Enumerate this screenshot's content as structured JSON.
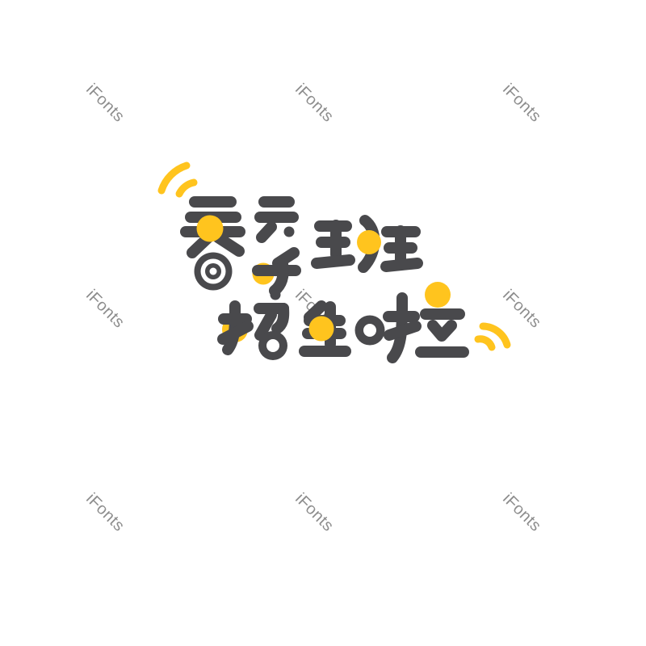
{
  "artwork": {
    "line1": "春季班",
    "line2": "招生啦",
    "full_text": "春季班 招生啦",
    "characters": [
      "春",
      "季",
      "班",
      "招",
      "生",
      "啦"
    ],
    "decorations": [
      "radiating-arcs-top-left",
      "radiating-arcs-bottom-right",
      "accent-dots"
    ]
  },
  "watermark": {
    "label": "iFonts"
  },
  "colors": {
    "ink": "#49494c",
    "accent": "#ffc41e",
    "paper": "#ffffff",
    "wm": "#8d8d8d"
  }
}
